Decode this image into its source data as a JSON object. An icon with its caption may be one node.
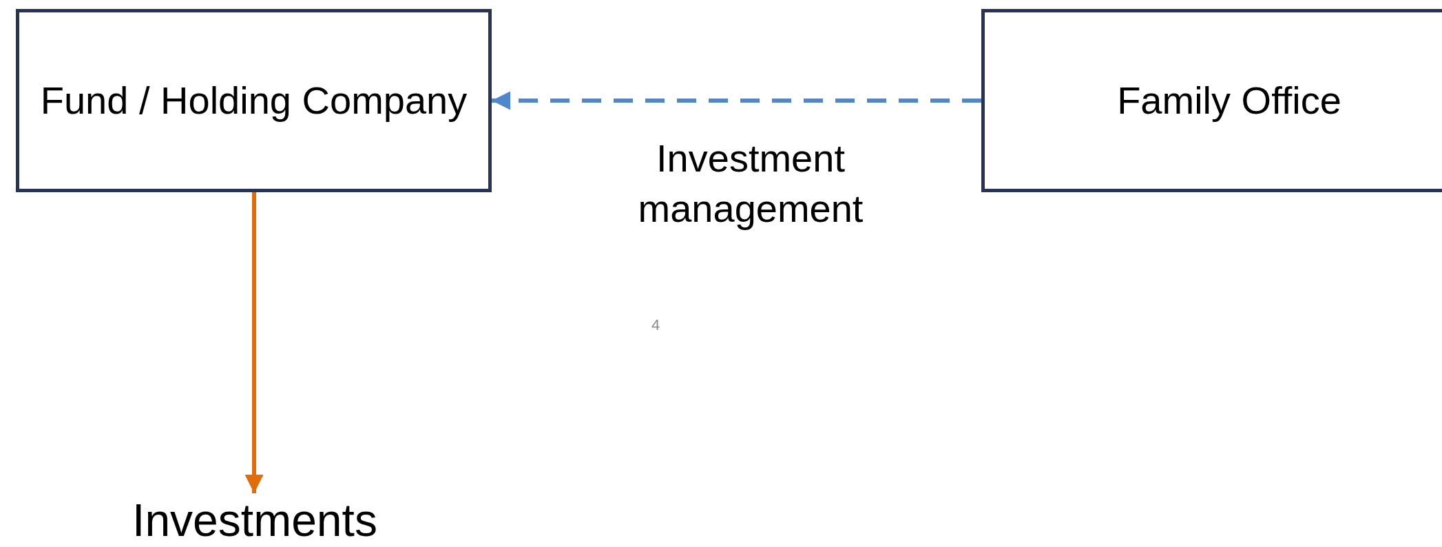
{
  "diagram": {
    "nodes": [
      {
        "text": [
          "Fund / Holding Company"
        ]
      },
      {
        "text": [
          "Family Office"
        ]
      },
      {
        "text": [
          "Investments"
        ]
      }
    ],
    "edges": [
      {
        "from": 1,
        "to": 0,
        "arrow": "to",
        "label": "Investment management",
        "style": "dashed",
        "color": "#4f87cc"
      },
      {
        "from": 0,
        "to": 2,
        "arrow": "to",
        "color": "#e36c0a"
      }
    ],
    "labels": [
      "4"
    ]
  }
}
